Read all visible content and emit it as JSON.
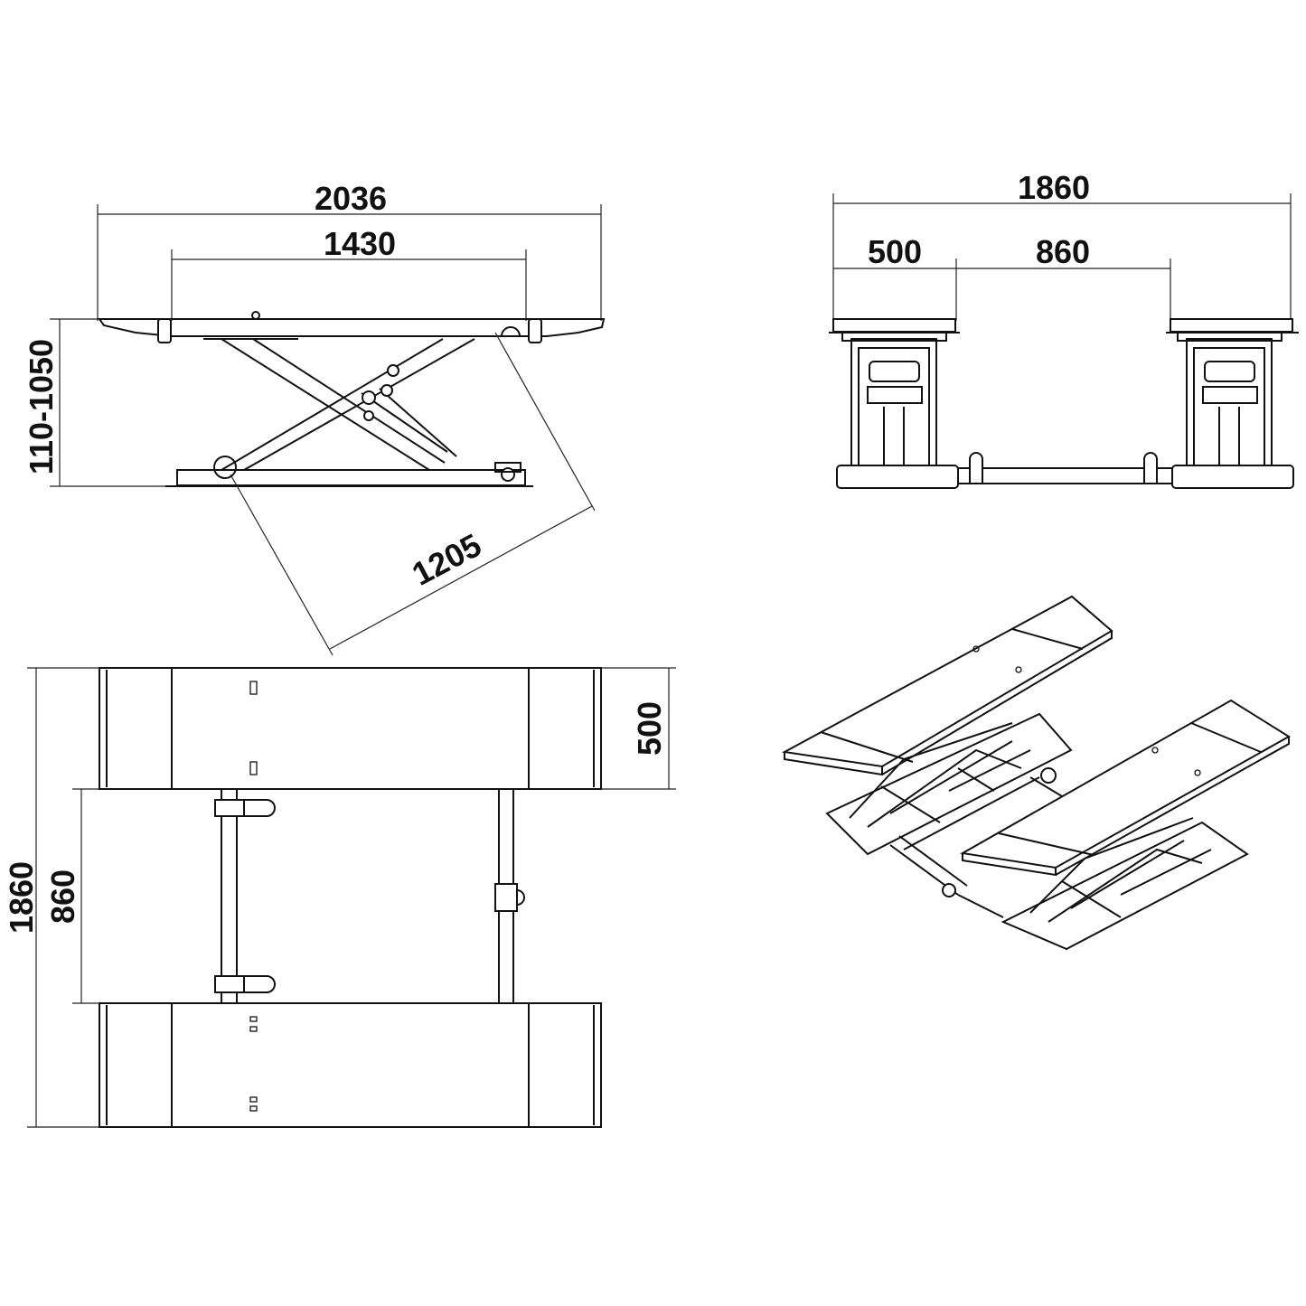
{
  "side_view": {
    "overall_length": "2036",
    "platform_length": "1430",
    "height_range": "110-1050",
    "scissor_length": "1205"
  },
  "front_view": {
    "overall_width": "1860",
    "platform_width": "500",
    "gap_width": "860"
  },
  "top_view": {
    "platform_width": "500",
    "overall_width": "1860",
    "gap_width": "860"
  },
  "colors": {
    "line": "#111111",
    "background": "#ffffff"
  }
}
